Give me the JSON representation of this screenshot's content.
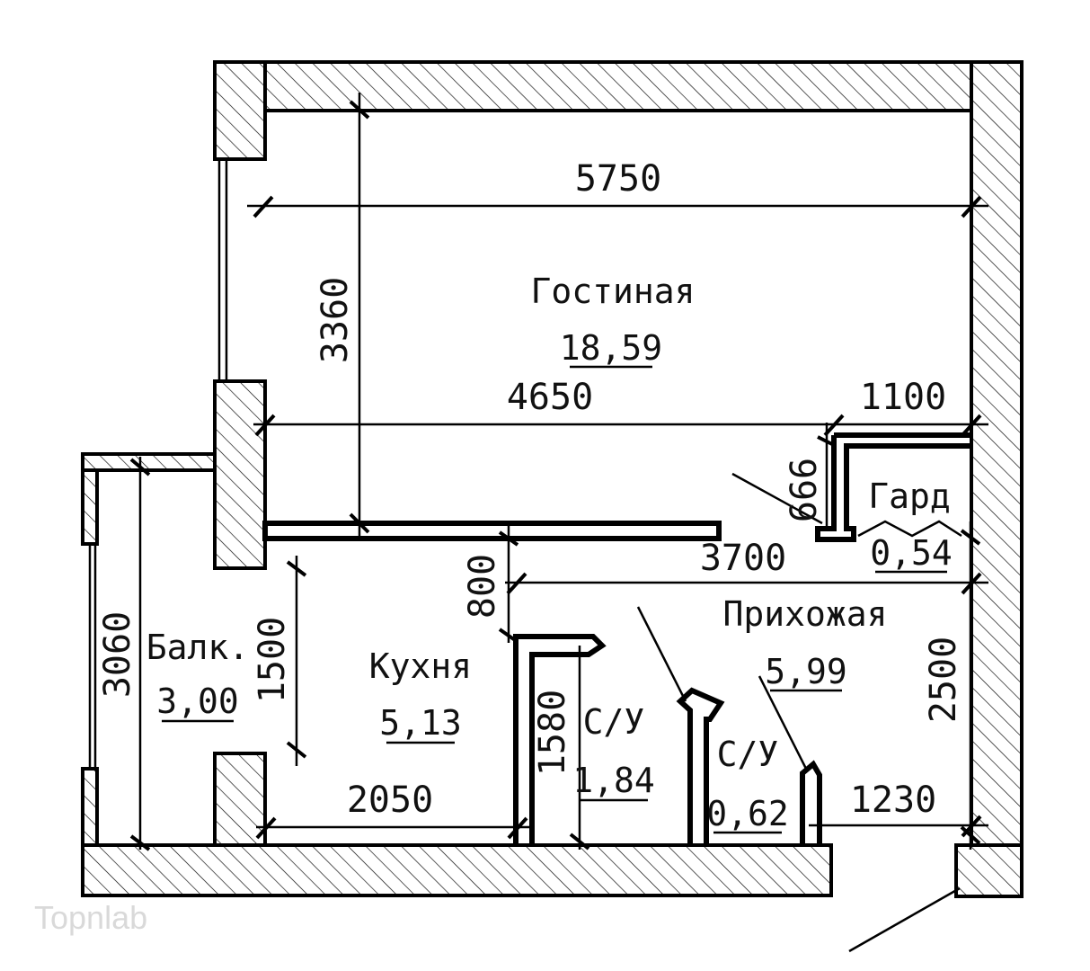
{
  "rooms": {
    "living": {
      "name": "Гостиная",
      "area": "18,59"
    },
    "wardrobe": {
      "name": "Гард",
      "area": "0,54"
    },
    "hall": {
      "name": "Прихожая",
      "area": "5,99"
    },
    "balcony": {
      "name": "Балк.",
      "area": "3,00"
    },
    "kitchen": {
      "name": "Кухня",
      "area": "5,13"
    },
    "bath1": {
      "name": "С/У",
      "area": "1,84"
    },
    "bath2": {
      "name": "С/У",
      "area": "0,62"
    }
  },
  "dimensions": {
    "living_width": "5750",
    "living_height": "3360",
    "living_lower": "4650",
    "wardrobe_width": "1100",
    "wardrobe_depth": "666",
    "hall_width": "3700",
    "corridor_gap": "800",
    "hall_height": "2500",
    "balcony_height": "3060",
    "kitchen_height": "1500",
    "kitchen_width": "2050",
    "bath_height": "1580",
    "hall_lower": "1230"
  },
  "watermark": "Topnlab"
}
